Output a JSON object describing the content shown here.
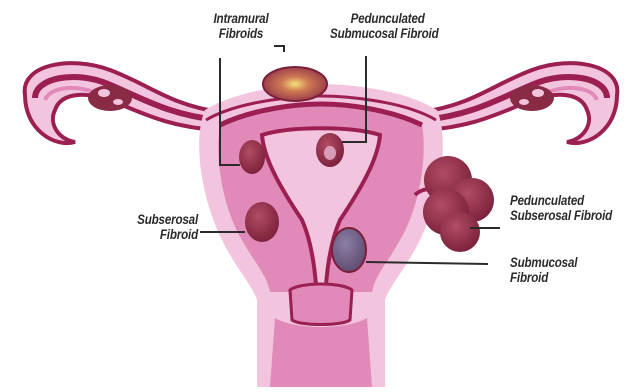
{
  "colors": {
    "uterus_light": "#f2c4dd",
    "uterus_mid": "#e18ab9",
    "wall_dark": "#9c1f52",
    "fibroid": "#8a2b45",
    "fibroid_light": "#b14c63",
    "ovary_pink": "#d76ea0",
    "leader_line": "#2b2b2b"
  },
  "labels": {
    "intramural": {
      "line1": "Intramural",
      "line2": "Fibroids"
    },
    "pedunculated_submucosal": {
      "line1": "Pedunculated",
      "line2": "Submucosal Fibroid"
    },
    "subserosal": {
      "line1": "Subserosal",
      "line2": "Fibroid"
    },
    "pedunculated_subserosal": {
      "line1": "Pedunculated",
      "line2": "Subserosal Fibroid"
    },
    "submucosal": {
      "line1": "Submucosal",
      "line2": "Fibroid"
    }
  }
}
